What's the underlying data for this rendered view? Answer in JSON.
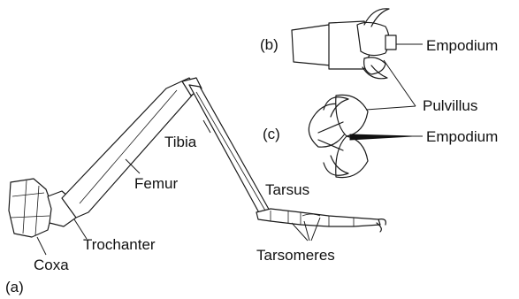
{
  "panel_labels": {
    "a": "(a)",
    "b": "(b)",
    "c": "(c)"
  },
  "labels": {
    "coxa": "Coxa",
    "trochanter": "Trochanter",
    "femur": "Femur",
    "tibia": "Tibia",
    "tarsus": "Tarsus",
    "tarsomeres": "Tarsomeres",
    "empodium_b": "Empodium",
    "pulvillus": "Pulvillus",
    "empodium_c": "Empodium"
  }
}
